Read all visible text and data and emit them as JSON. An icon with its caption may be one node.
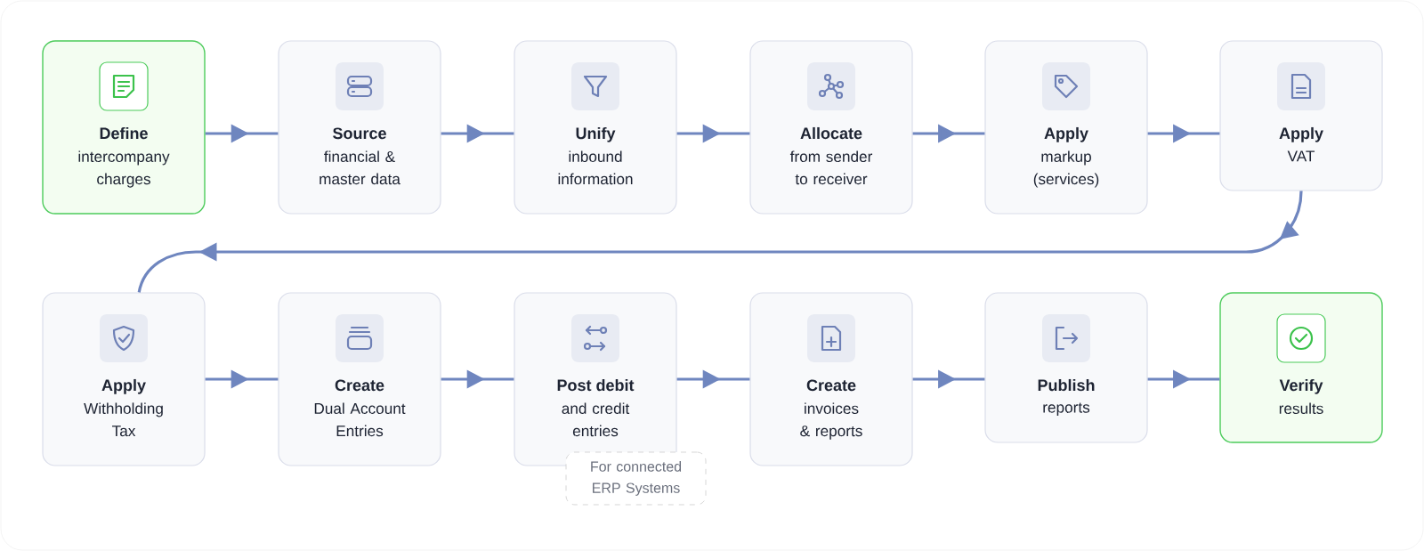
{
  "diagram": {
    "nodes": [
      {
        "text": [
          "Define",
          "intercompany charges"
        ]
      },
      {
        "text": [
          "Source",
          "financial & master data"
        ]
      },
      {
        "text": [
          "Unify",
          "inbound information"
        ]
      },
      {
        "text": [
          "Allocate",
          "from sender to receiver"
        ]
      },
      {
        "text": [
          "Apply",
          "markup (services)"
        ]
      },
      {
        "text": [
          "Apply",
          "VAT"
        ]
      },
      {
        "text": [
          "Apply",
          "Withholding Tax"
        ]
      },
      {
        "text": [
          "Create",
          "Dual Account Entries"
        ]
      },
      {
        "text": [
          "Post debit",
          "and credit entries"
        ]
      },
      {
        "text": [
          "Create",
          "invoices & reports"
        ]
      },
      {
        "text": [
          "Publish",
          "reports"
        ]
      },
      {
        "text": [
          "Verify",
          "results"
        ]
      },
      {
        "text": [
          "For connected ERP Systems"
        ]
      }
    ],
    "edges": [
      {
        "from": 0,
        "to": 1,
        "arrow": "to"
      },
      {
        "from": 1,
        "to": 2,
        "arrow": "to"
      },
      {
        "from": 2,
        "to": 3,
        "arrow": "to"
      },
      {
        "from": 3,
        "to": 4,
        "arrow": "to"
      },
      {
        "from": 4,
        "to": 5,
        "arrow": "to"
      },
      {
        "from": 5,
        "to": 6,
        "arrow": "to"
      },
      {
        "from": 6,
        "to": 7,
        "arrow": "to"
      },
      {
        "from": 7,
        "to": 8,
        "arrow": "to"
      },
      {
        "from": 8,
        "to": 9,
        "arrow": "to"
      },
      {
        "from": 9,
        "to": 10,
        "arrow": "to"
      },
      {
        "from": 10,
        "to": 11,
        "arrow": "to"
      }
    ]
  }
}
